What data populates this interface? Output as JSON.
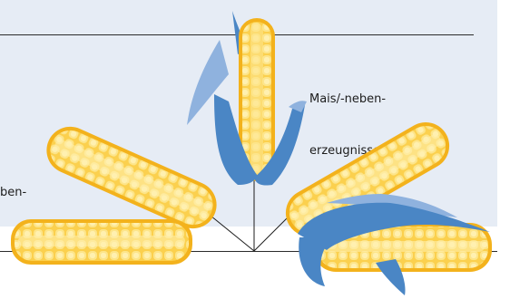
{
  "labels": {
    "mais_line1": "Mais/-neben-",
    "mais_line2": "erzeugnisse",
    "left_fragment": "ben-"
  },
  "colors": {
    "panel": "#e6ecf5",
    "husk_dark": "#4a86c5",
    "husk_light": "#8fb2de",
    "kernel_light": "#fde58a",
    "kernel_mid": "#fbd04e",
    "kernel_dark": "#f3b21c",
    "line": "#1d1d1d"
  },
  "icons": [
    "corn-cob-icon",
    "husk-icon"
  ]
}
